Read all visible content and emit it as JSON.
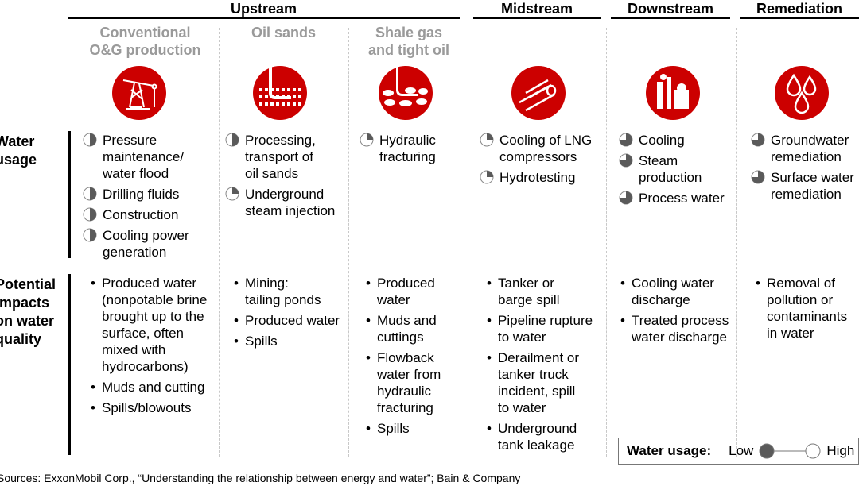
{
  "groups": [
    "Upstream",
    "Midstream",
    "Downstream",
    "Remediation"
  ],
  "columns": [
    {
      "title_lines": [
        "Conventional",
        "O&G production"
      ],
      "icon": "oil-pump-jack-icon"
    },
    {
      "title_lines": [
        "Oil sands"
      ],
      "icon": "oil-sands-pipe-icon"
    },
    {
      "title_lines": [
        "Shale gas",
        "and tight oil"
      ],
      "icon": "shale-fracturing-icon"
    },
    {
      "title_lines": [],
      "icon": "pipeline-icon"
    },
    {
      "title_lines": [],
      "icon": "refinery-icon"
    },
    {
      "title_lines": [],
      "icon": "water-drops-icon"
    }
  ],
  "row_labels": {
    "water_usage": [
      "Water",
      "usage"
    ],
    "impacts": [
      "Potential",
      "impacts",
      "on water",
      "quality"
    ]
  },
  "water_usage": [
    [
      {
        "text": [
          "Pressure",
          "maintenance/",
          "water flood"
        ],
        "level": 0.5
      },
      {
        "text": [
          "Drilling fluids"
        ],
        "level": 0.5
      },
      {
        "text": [
          "Construction"
        ],
        "level": 0.5
      },
      {
        "text": [
          "Cooling power",
          "generation"
        ],
        "level": 0.5
      }
    ],
    [
      {
        "text": [
          "Processing,",
          "transport of",
          "oil sands"
        ],
        "level": 0.5
      },
      {
        "text": [
          "Underground",
          "steam injection"
        ],
        "level": 0.25
      }
    ],
    [
      {
        "text": [
          "Hydraulic",
          "fracturing"
        ],
        "level": 0.25
      }
    ],
    [
      {
        "text": [
          "Cooling of LNG",
          "compressors"
        ],
        "level": 0.25
      },
      {
        "text": [
          "Hydrotesting"
        ],
        "level": 0.25
      }
    ],
    [
      {
        "text": [
          "Cooling"
        ],
        "level": 0.75
      },
      {
        "text": [
          "Steam",
          "production"
        ],
        "level": 0.75
      },
      {
        "text": [
          "Process water"
        ],
        "level": 0.75
      }
    ],
    [
      {
        "text": [
          "Groundwater",
          "remediation"
        ],
        "level": 0.75
      },
      {
        "text": [
          "Surface water",
          "remediation"
        ],
        "level": 0.75
      }
    ]
  ],
  "impacts": [
    [
      [
        "Produced water",
        "(nonpotable brine",
        "brought up to the",
        "surface, often",
        "mixed with",
        "hydrocarbons)"
      ],
      [
        "Muds and cutting"
      ],
      [
        "Spills/blowouts"
      ]
    ],
    [
      [
        "Mining:",
        "tailing ponds"
      ],
      [
        "Produced water"
      ],
      [
        "Spills"
      ]
    ],
    [
      [
        "Produced",
        "water"
      ],
      [
        "Muds and",
        "cuttings"
      ],
      [
        "Flowback",
        "water from",
        "hydraulic",
        "fracturing"
      ],
      [
        "Spills"
      ]
    ],
    [
      [
        "Tanker or",
        "barge spill"
      ],
      [
        "Pipeline rupture",
        "to water"
      ],
      [
        "Derailment or",
        "tanker truck",
        "incident, spill",
        "to water"
      ],
      [
        "Underground",
        "tank leakage"
      ]
    ],
    [
      [
        "Cooling water",
        "discharge"
      ],
      [
        "Treated process",
        "water discharge"
      ]
    ],
    [
      [
        "Removal of",
        "pollution or",
        "contaminants",
        "in water"
      ]
    ]
  ],
  "legend": {
    "label": "Water usage:",
    "low": "Low",
    "high": "High"
  },
  "source": "Sources: ExxonMobil Corp., “Understanding the relationship between energy and water”; Bain & Company",
  "colors": {
    "accent": "#cc0000",
    "pie_fill": "#5a5a5a"
  }
}
